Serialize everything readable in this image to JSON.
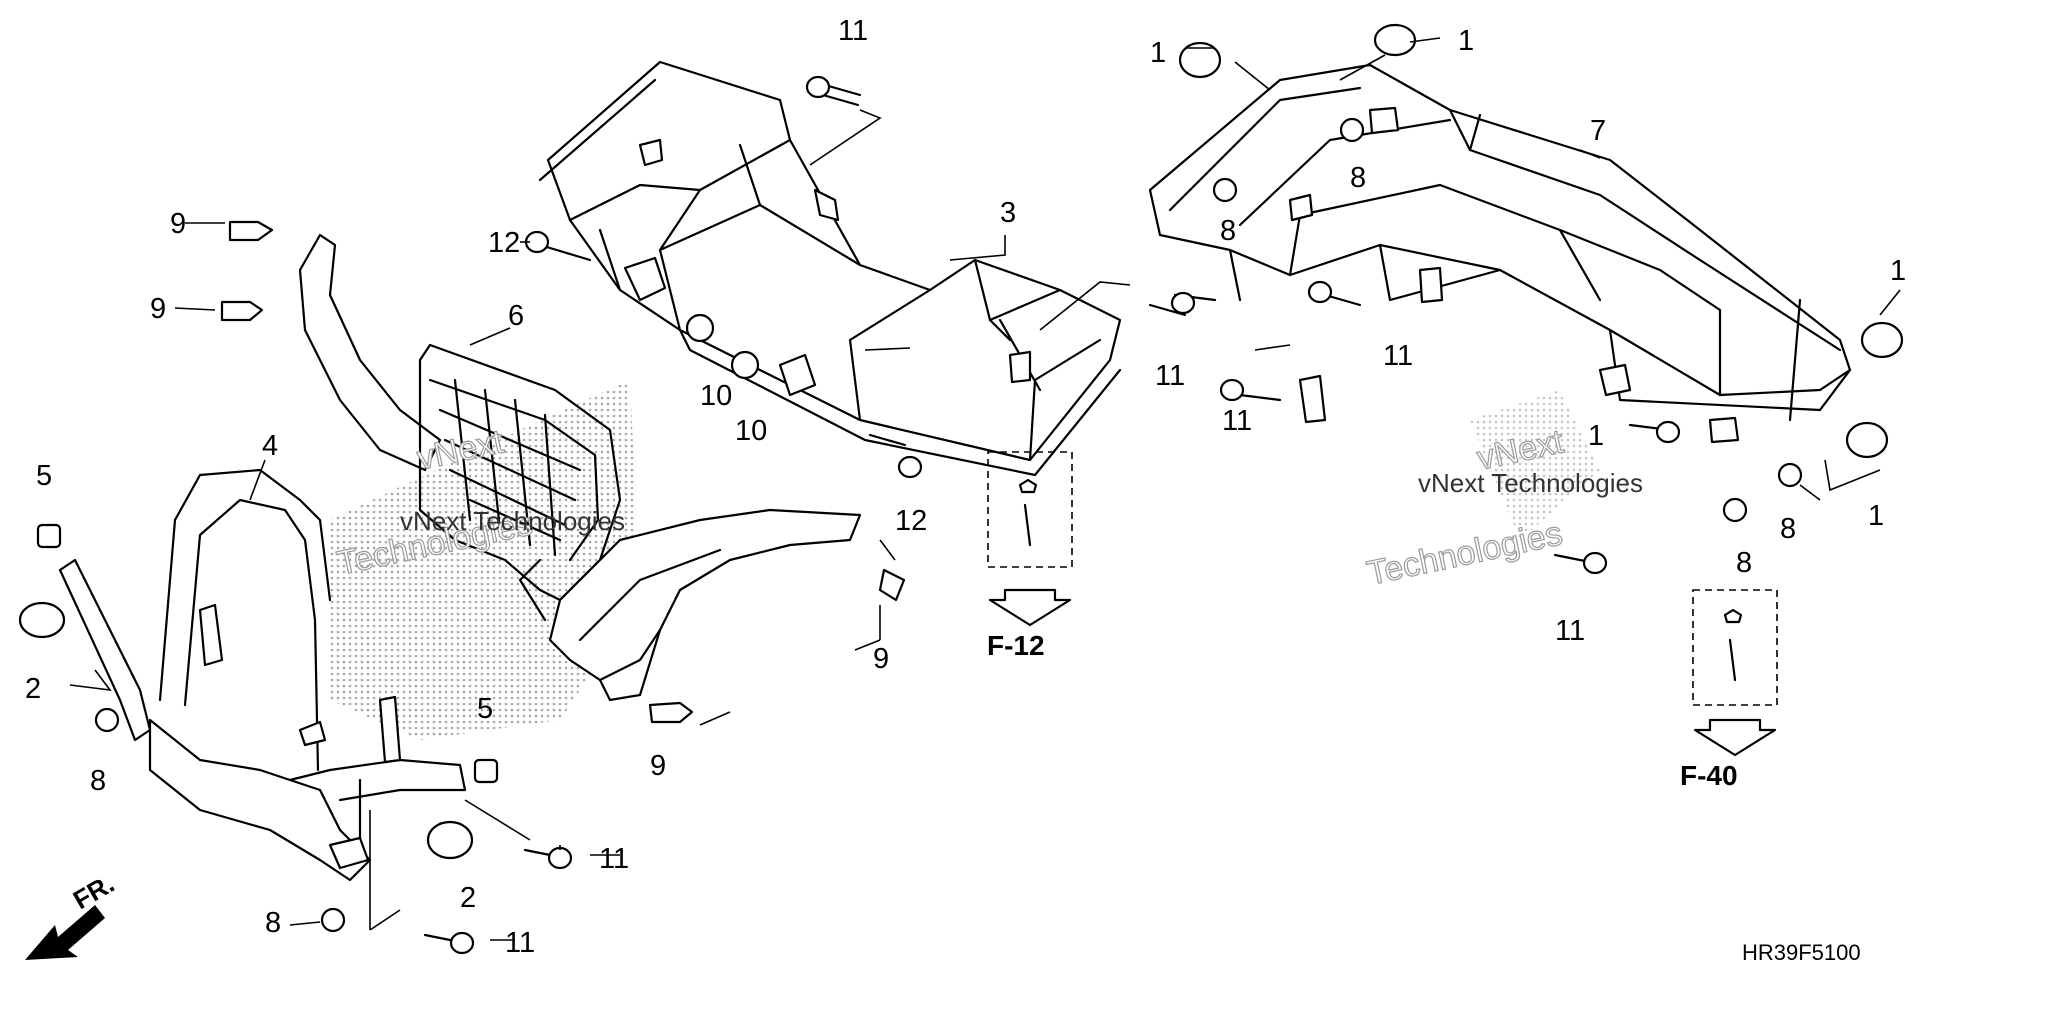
{
  "diagram": {
    "callouts": {
      "c1": "1",
      "c2": "2",
      "c3": "3",
      "c4": "4",
      "c5": "5",
      "c6": "6",
      "c7": "7",
      "c8": "8",
      "c9": "9",
      "c10": "10",
      "c11": "11",
      "c12": "12"
    },
    "refs": {
      "f12": "F-12",
      "f40": "F-40"
    },
    "direction_label": "FR.",
    "diagram_code": "HR39F5100",
    "watermark": {
      "brand": "vNext",
      "company": "Technologies",
      "combined": "vNext Technologies"
    }
  },
  "colors": {
    "line": "#000000",
    "background": "#ffffff",
    "watermark": "#9a9a9a",
    "stipple": "#8a8a8a"
  }
}
